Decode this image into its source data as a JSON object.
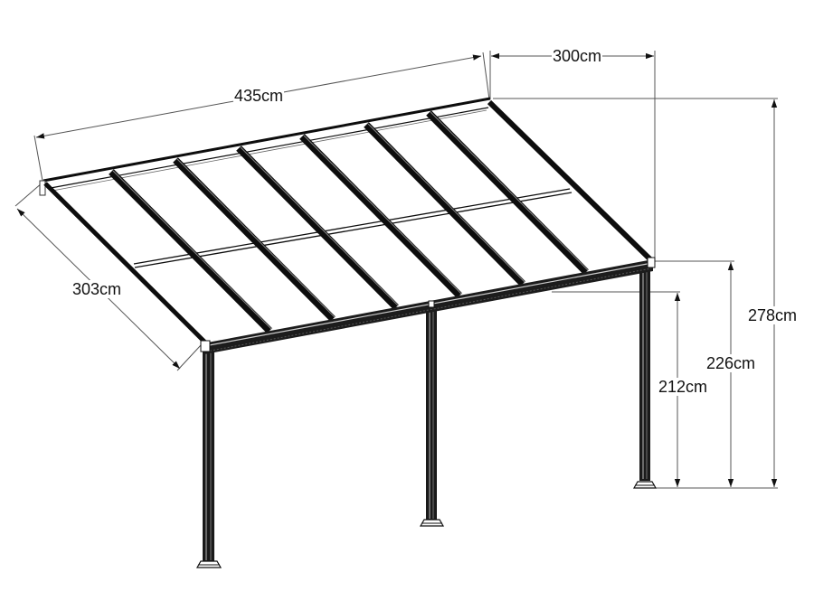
{
  "diagram": {
    "subject": "Lean-to patio canopy with polycarbonate roof panels, dimension drawing",
    "colors": {
      "background": "#ffffff",
      "frame": "#0d0d0d",
      "dimension_line": "#555555",
      "text": "#111111"
    },
    "dimensions": {
      "width": {
        "label": "435cm",
        "value": 435,
        "unit": "cm",
        "meaning": "overall roof width"
      },
      "projection": {
        "label": "300cm",
        "value": 300,
        "unit": "cm",
        "meaning": "horizontal projection from wall"
      },
      "roof_length": {
        "label": "303cm",
        "value": 303,
        "unit": "cm",
        "meaning": "sloped roof length"
      },
      "wall_height": {
        "label": "278cm",
        "value": 278,
        "unit": "cm",
        "meaning": "height at wall (back)"
      },
      "front_beam_height": {
        "label": "226cm",
        "value": 226,
        "unit": "cm",
        "meaning": "height to top of front beam"
      },
      "clearance_height": {
        "label": "212cm",
        "value": 212,
        "unit": "cm",
        "meaning": "clearance under front beam"
      }
    },
    "structure": {
      "rafters": 8,
      "roof_panels_across": 7,
      "roof_panels_deep": 2,
      "posts": 3
    }
  }
}
